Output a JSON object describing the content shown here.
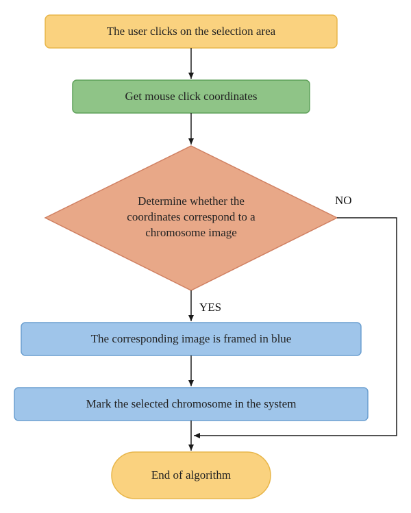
{
  "flowchart": {
    "start": {
      "text": "The user clicks on the selection area",
      "fill": "#fad27f",
      "stroke": "#e8b64a"
    },
    "get_coords": {
      "text": "Get mouse click coordinates",
      "fill": "#8fc487",
      "stroke": "#5fa15a"
    },
    "decision": {
      "lines": [
        "Determine whether the",
        "coordinates correspond to a",
        "chromosome image"
      ],
      "fill": "#e8a888",
      "stroke": "#d08062"
    },
    "yes_label": "YES",
    "no_label": "NO",
    "frame_blue": {
      "text": "The corresponding image is framed in blue",
      "fill": "#9fc5ea",
      "stroke": "#6b9fd0"
    },
    "mark_selected": {
      "text": "Mark the selected chromosome in the system",
      "fill": "#9fc5ea",
      "stroke": "#6b9fd0"
    },
    "end": {
      "text": "End of algorithm",
      "fill": "#fad27f",
      "stroke": "#e8b64a"
    },
    "arrow_color": "#1a1a1a"
  }
}
